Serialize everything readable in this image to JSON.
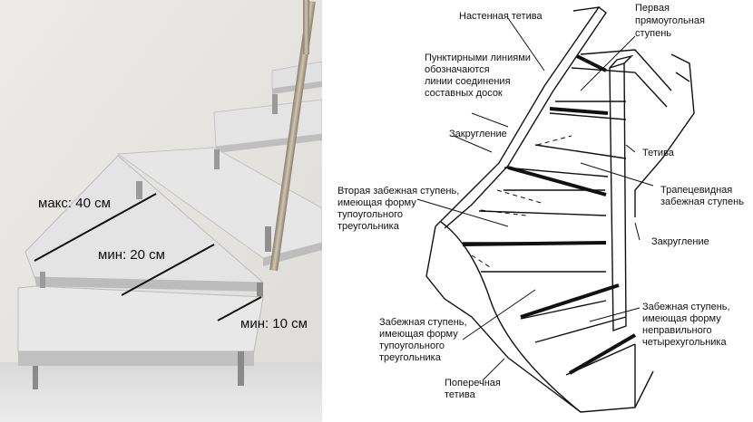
{
  "photo": {
    "measurements": {
      "max": "макс: 40 см",
      "min_mid": "мин: 20 см",
      "min_inner": "мин: 10 см"
    },
    "colors": {
      "wall": "#e8e6e3",
      "step": "#dcdcdc",
      "rail": "#a59a85",
      "line": "#111111"
    }
  },
  "diagram": {
    "labels": {
      "wall_stringer": [
        "Настенная тетива"
      ],
      "first_step": [
        "Первая",
        "прямоугольная",
        "ступень"
      ],
      "dotted_note": [
        "Пунктирными линиями",
        "обозначаются",
        "линии соединения",
        "составных досок"
      ],
      "rounding_top": [
        "Закругление"
      ],
      "stringer": [
        "Тетива"
      ],
      "second_winder": [
        "Вторая забежная ступень,",
        "имеющая форму",
        "тупоугольного",
        "треугольника"
      ],
      "trapezoid_winder": [
        "Трапецевидная",
        "забежная ступень"
      ],
      "rounding_right": [
        "Закругление"
      ],
      "irregular_winder": [
        "Забежная ступень,",
        "имеющая форму",
        "неправильного",
        "четырехугольника"
      ],
      "obtuse_winder": [
        "Забежная ступень,",
        "имеющая форму",
        "тупоугольного",
        "треугольника"
      ],
      "cross_stringer": [
        "Поперечная",
        "тетива"
      ]
    }
  }
}
